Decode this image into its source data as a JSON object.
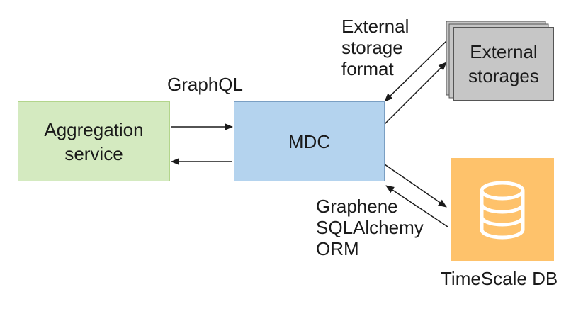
{
  "nodes": {
    "aggregation": {
      "line1": "Aggregation",
      "line2": "service",
      "fill": "#d4eac0",
      "border": "#b3d58c"
    },
    "mdc": {
      "label": "MDC",
      "fill": "#b4d3ee",
      "border": "#7a9fc3"
    },
    "external": {
      "line1": "External",
      "line2": "storages",
      "fill": "#c6c6c6",
      "border": "#555555"
    },
    "timescale": {
      "label": "TimeScale DB",
      "fill": "#fec26b",
      "icon": "database-icon"
    }
  },
  "edge_labels": {
    "graphql": "GraphQL",
    "storage_format": [
      "External",
      "storage",
      "format"
    ],
    "orm": [
      "Graphene",
      "SQLAlchemy",
      "ORM"
    ]
  }
}
